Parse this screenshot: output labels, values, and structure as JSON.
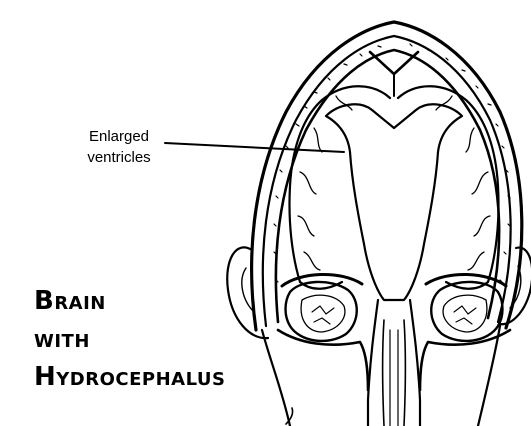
{
  "label": {
    "line1": "Enlarged",
    "line2": "ventricles"
  },
  "title": {
    "line1": "Brain",
    "line2": "with",
    "line3": "Hydrocephalus"
  },
  "colors": {
    "ink": "#000000",
    "paper": "#ffffff"
  }
}
